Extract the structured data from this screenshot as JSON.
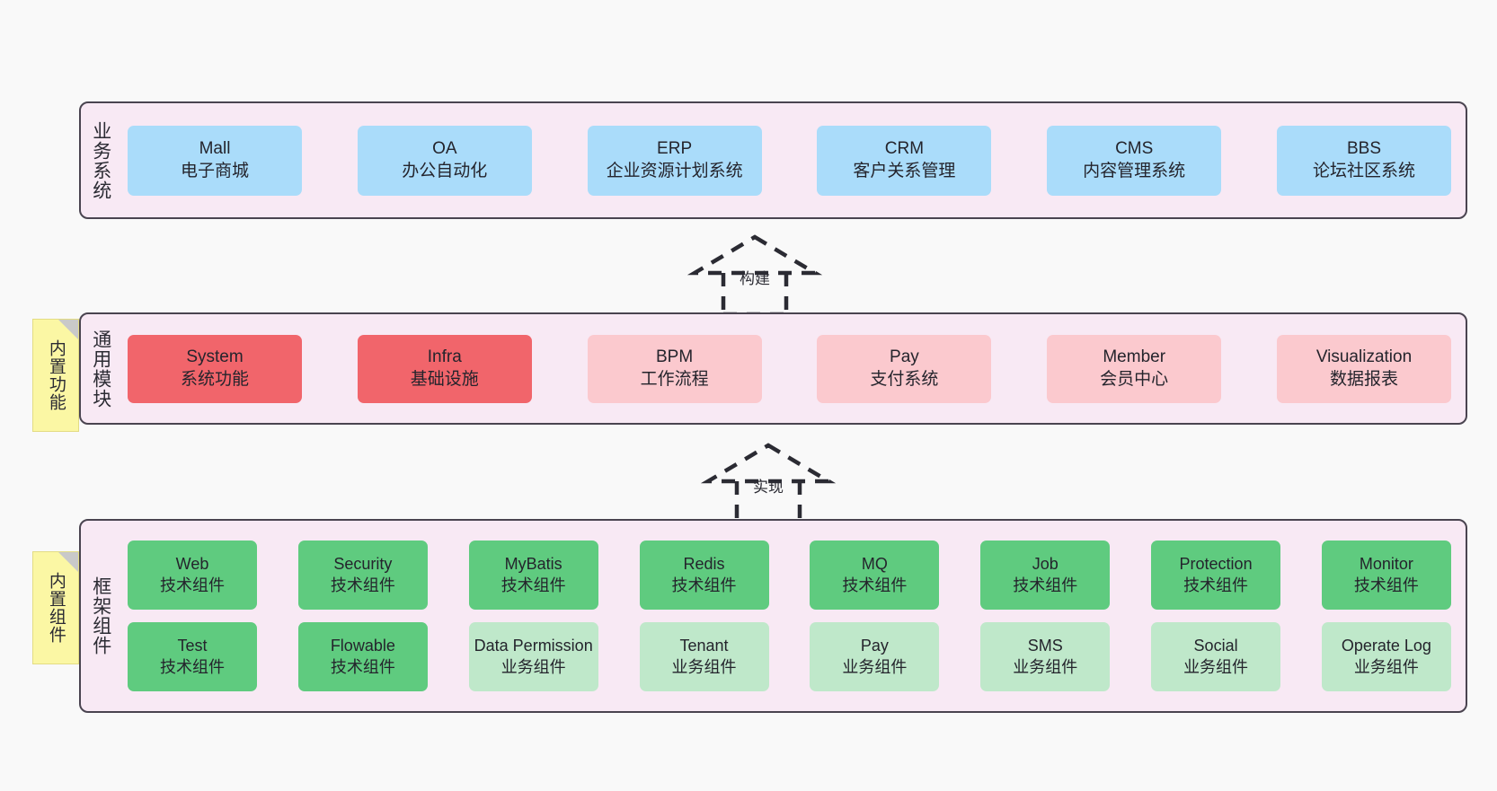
{
  "colors": {
    "canvas": "#f9f9f9",
    "layer_fill": "#f8e9f4",
    "layer_border": "#4a4450",
    "business_card": "#aadcfa",
    "module_primary": "#f1656b",
    "module_secondary": "#fbc9ce",
    "tech_component": "#5fcb7f",
    "biz_component": "#bfe8ca",
    "note_fill": "#fbf7a4",
    "note_fold": "#c9c9c9"
  },
  "layers": {
    "business": {
      "label": "业务系统",
      "cards": [
        {
          "en": "Mall",
          "cn": "电子商城"
        },
        {
          "en": "OA",
          "cn": "办公自动化"
        },
        {
          "en": "ERP",
          "cn": "企业资源计划系统"
        },
        {
          "en": "CRM",
          "cn": "客户关系管理"
        },
        {
          "en": "CMS",
          "cn": "内容管理系统"
        },
        {
          "en": "BBS",
          "cn": "论坛社区系统"
        }
      ]
    },
    "modules": {
      "label": "通用模块",
      "note": "内置功能",
      "cards": [
        {
          "en": "System",
          "cn": "系统功能",
          "style": "red"
        },
        {
          "en": "Infra",
          "cn": "基础设施",
          "style": "red"
        },
        {
          "en": "BPM",
          "cn": "工作流程",
          "style": "pink"
        },
        {
          "en": "Pay",
          "cn": "支付系统",
          "style": "pink"
        },
        {
          "en": "Member",
          "cn": "会员中心",
          "style": "pink"
        },
        {
          "en": "Visualization",
          "cn": "数据报表",
          "style": "pink"
        }
      ]
    },
    "framework": {
      "label": "框架组件",
      "note": "内置组件",
      "row1": [
        {
          "en": "Web",
          "cn": "技术组件",
          "style": "green-dark"
        },
        {
          "en": "Security",
          "cn": "技术组件",
          "style": "green-dark"
        },
        {
          "en": "MyBatis",
          "cn": "技术组件",
          "style": "green-dark"
        },
        {
          "en": "Redis",
          "cn": "技术组件",
          "style": "green-dark"
        },
        {
          "en": "MQ",
          "cn": "技术组件",
          "style": "green-dark"
        },
        {
          "en": "Job",
          "cn": "技术组件",
          "style": "green-dark"
        },
        {
          "en": "Protection",
          "cn": "技术组件",
          "style": "green-dark"
        },
        {
          "en": "Monitor",
          "cn": "技术组件",
          "style": "green-dark"
        }
      ],
      "row2": [
        {
          "en": "Test",
          "cn": "技术组件",
          "style": "green-dark"
        },
        {
          "en": "Flowable",
          "cn": "技术组件",
          "style": "green-dark"
        },
        {
          "en": "Data Permission",
          "cn": "业务组件",
          "style": "green-light"
        },
        {
          "en": "Tenant",
          "cn": "业务组件",
          "style": "green-light"
        },
        {
          "en": "Pay",
          "cn": "业务组件",
          "style": "green-light"
        },
        {
          "en": "SMS",
          "cn": "业务组件",
          "style": "green-light"
        },
        {
          "en": "Social",
          "cn": "业务组件",
          "style": "green-light"
        },
        {
          "en": "Operate Log",
          "cn": "业务组件",
          "style": "green-light"
        }
      ]
    }
  },
  "connectors": [
    {
      "name": "build",
      "label": "构建"
    },
    {
      "name": "realize",
      "label": "实现"
    }
  ]
}
